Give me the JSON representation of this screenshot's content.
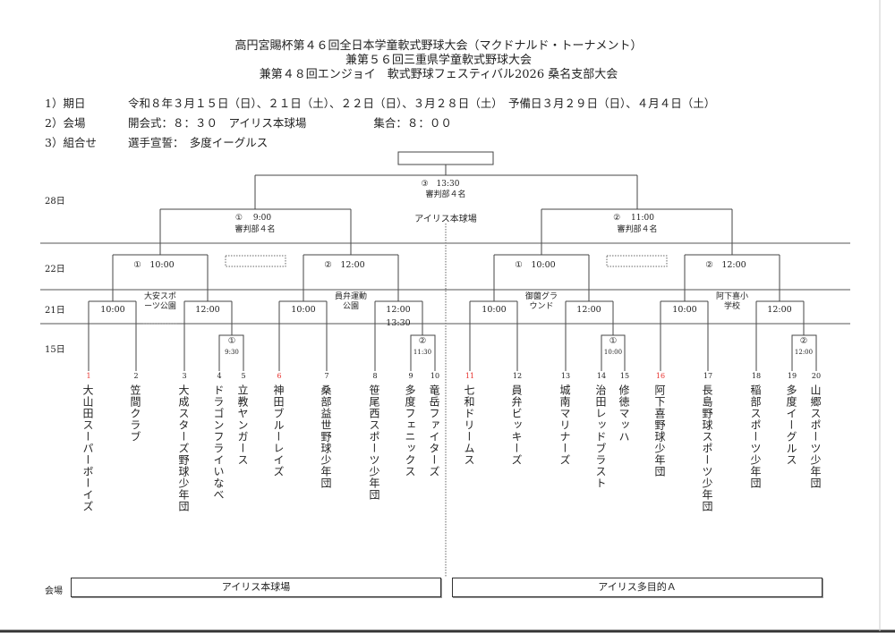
{
  "header": {
    "title_lines": [
      "高円宮賜杯第４６回全日本学童軟式野球大会（マクドナルド・トーナメント）",
      "兼第５６回三重県学童軟式野球大会",
      "兼第４８回エンジョイ　軟式野球フェスティバル2026 桑名支部大会"
    ]
  },
  "info": [
    {
      "label": "1）期日",
      "value": "令和８年３月１５日（日）、２１日（土）、２２日（日）、３月２８日（土）　予備日３月２９日（日）、４月４日（土）"
    },
    {
      "label": "2）会場",
      "value": "開会式：８：３０　アイリス本球場　　　　　　集合：８：００"
    },
    {
      "label": "3）組合せ",
      "value": "選手宣誓：　多度イーグルス"
    }
  ],
  "days": [
    "28日",
    "22日",
    "21日",
    "15日"
  ],
  "final": {
    "label": "③　13:30",
    "referee": "審判部４名"
  },
  "semis": [
    {
      "label": "①　 9:00",
      "referee": "審判部４名"
    },
    {
      "label": "②　 11:00",
      "referee": "審判部４名"
    }
  ],
  "center_venue": "アイリス本球場",
  "quarters": [
    "①　10:00",
    "②　12:00",
    "①　10:00",
    "②　12:00"
  ],
  "round16": [
    "10:00",
    "12:00",
    "10:00",
    "12:00\n13:30",
    "10:00",
    "12:00",
    "10:00",
    "12:00"
  ],
  "round16_venues": [
    "大安スポーツ公園",
    "員弁運動公園",
    "御薗グラウンド",
    "阿下喜小学校"
  ],
  "first_round": [
    {
      "num": "①",
      "time": "9:30"
    },
    {
      "num": "②",
      "time": "11:30"
    },
    {
      "num": "①",
      "time": "10:00"
    },
    {
      "num": "②",
      "time": "12:00"
    }
  ],
  "teams": [
    {
      "no": "1",
      "name": "大山田スーパーボーイズ",
      "seed": true
    },
    {
      "no": "2",
      "name": "笠間クラブ",
      "seed": false
    },
    {
      "no": "3",
      "name": "大成スターズ野球少年団",
      "seed": false
    },
    {
      "no": "4",
      "name": "ドラゴンフライいなべ",
      "seed": false
    },
    {
      "no": "5",
      "name": "立教ヤンガース",
      "seed": false
    },
    {
      "no": "6",
      "name": "神田ブルーレイズ",
      "seed": true
    },
    {
      "no": "7",
      "name": "桑部益世野球少年団",
      "seed": false
    },
    {
      "no": "8",
      "name": "笹尾西スポーツ少年団",
      "seed": false
    },
    {
      "no": "9",
      "name": "多度フェニックス",
      "seed": false
    },
    {
      "no": "10",
      "name": "竜岳ファイターズ",
      "seed": false
    },
    {
      "no": "11",
      "name": "七和ドリームス",
      "seed": true
    },
    {
      "no": "12",
      "name": "員弁ビッキーズ",
      "seed": false
    },
    {
      "no": "13",
      "name": "城南マリナーズ",
      "seed": false
    },
    {
      "no": "14",
      "name": "治田レッドブラスト",
      "seed": false
    },
    {
      "no": "15",
      "name": "修徳マッハ",
      "seed": false
    },
    {
      "no": "16",
      "name": "阿下喜野球少年団",
      "seed": true
    },
    {
      "no": "17",
      "name": "長島野球スポーツ少年団",
      "seed": false
    },
    {
      "no": "18",
      "name": "稲部スポーツ少年団",
      "seed": false
    },
    {
      "no": "19",
      "name": "多度イーグルス",
      "seed": false
    },
    {
      "no": "20",
      "name": "山郷スポーツ少年団",
      "seed": false
    }
  ],
  "footer": {
    "label": "会場",
    "venues": [
      "アイリス本球場",
      "アイリス多目的Ａ"
    ]
  },
  "colors": {
    "seed": "#e8322e",
    "line": "#333333"
  }
}
